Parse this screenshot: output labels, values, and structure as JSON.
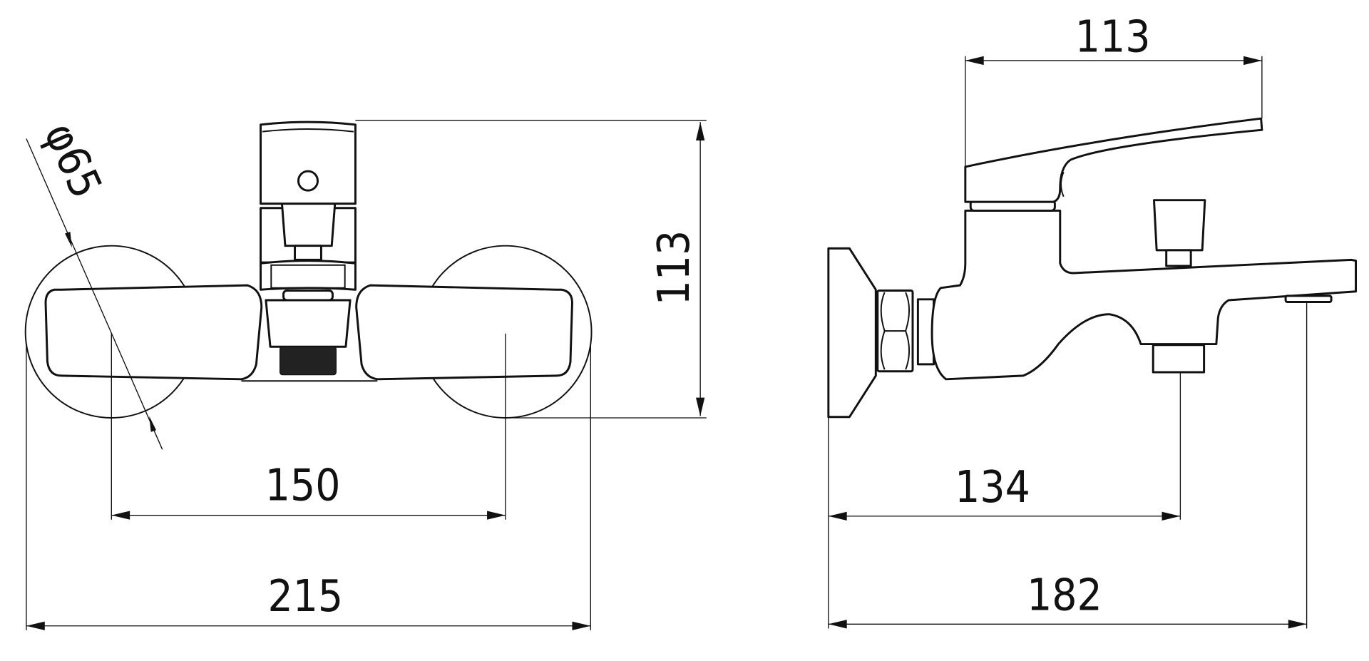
{
  "drawing": {
    "subject": "Wall-mounted bath mixer faucet — technical dimension drawing",
    "units": "mm",
    "colors": {
      "line": "#111111",
      "background": "#ffffff"
    },
    "front_view": {
      "dimensions": {
        "height": "113",
        "escutcheon_diameter": "φ65",
        "inlet_centers": "150",
        "overall_width": "215"
      }
    },
    "side_view": {
      "dimensions": {
        "handle_length": "113",
        "wall_to_diverter": "134",
        "overall_depth": "182"
      }
    }
  }
}
